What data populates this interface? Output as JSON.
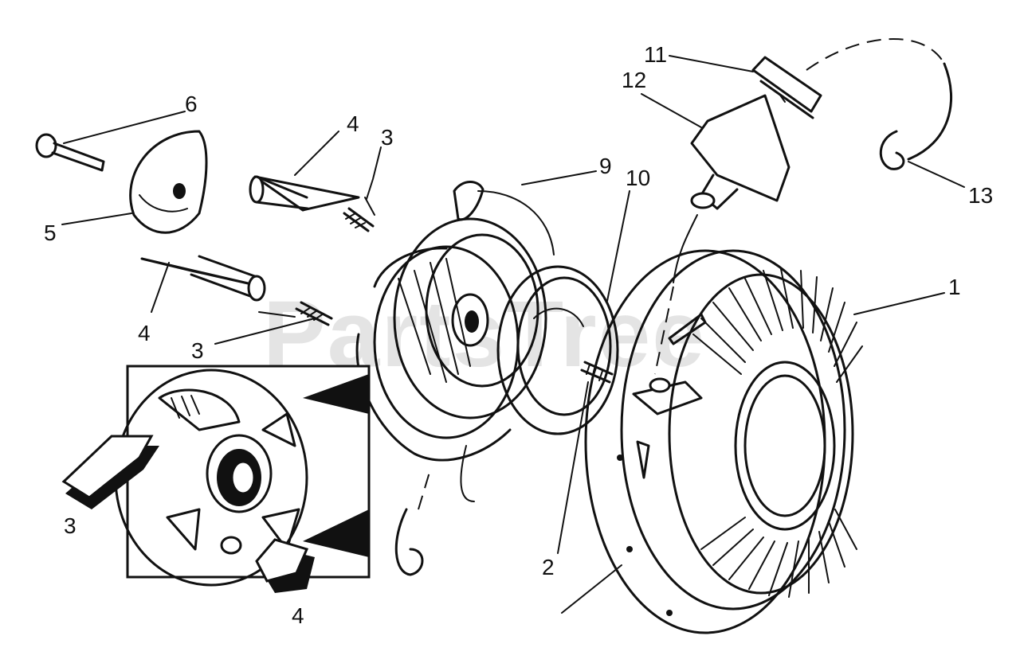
{
  "watermark": "PartsTree",
  "callouts": [
    {
      "id": "label-1",
      "text": "1"
    },
    {
      "id": "label-2",
      "text": "2"
    },
    {
      "id": "label-3a",
      "text": "3"
    },
    {
      "id": "label-3b",
      "text": "3"
    },
    {
      "id": "label-3c",
      "text": "3"
    },
    {
      "id": "label-4a",
      "text": "4"
    },
    {
      "id": "label-4b",
      "text": "4"
    },
    {
      "id": "label-4c",
      "text": "4"
    },
    {
      "id": "label-5",
      "text": "5"
    },
    {
      "id": "label-6",
      "text": "6"
    },
    {
      "id": "label-9",
      "text": "9"
    },
    {
      "id": "label-10",
      "text": "10"
    },
    {
      "id": "label-11",
      "text": "11"
    },
    {
      "id": "label-12",
      "text": "12"
    },
    {
      "id": "label-13",
      "text": "13"
    }
  ]
}
